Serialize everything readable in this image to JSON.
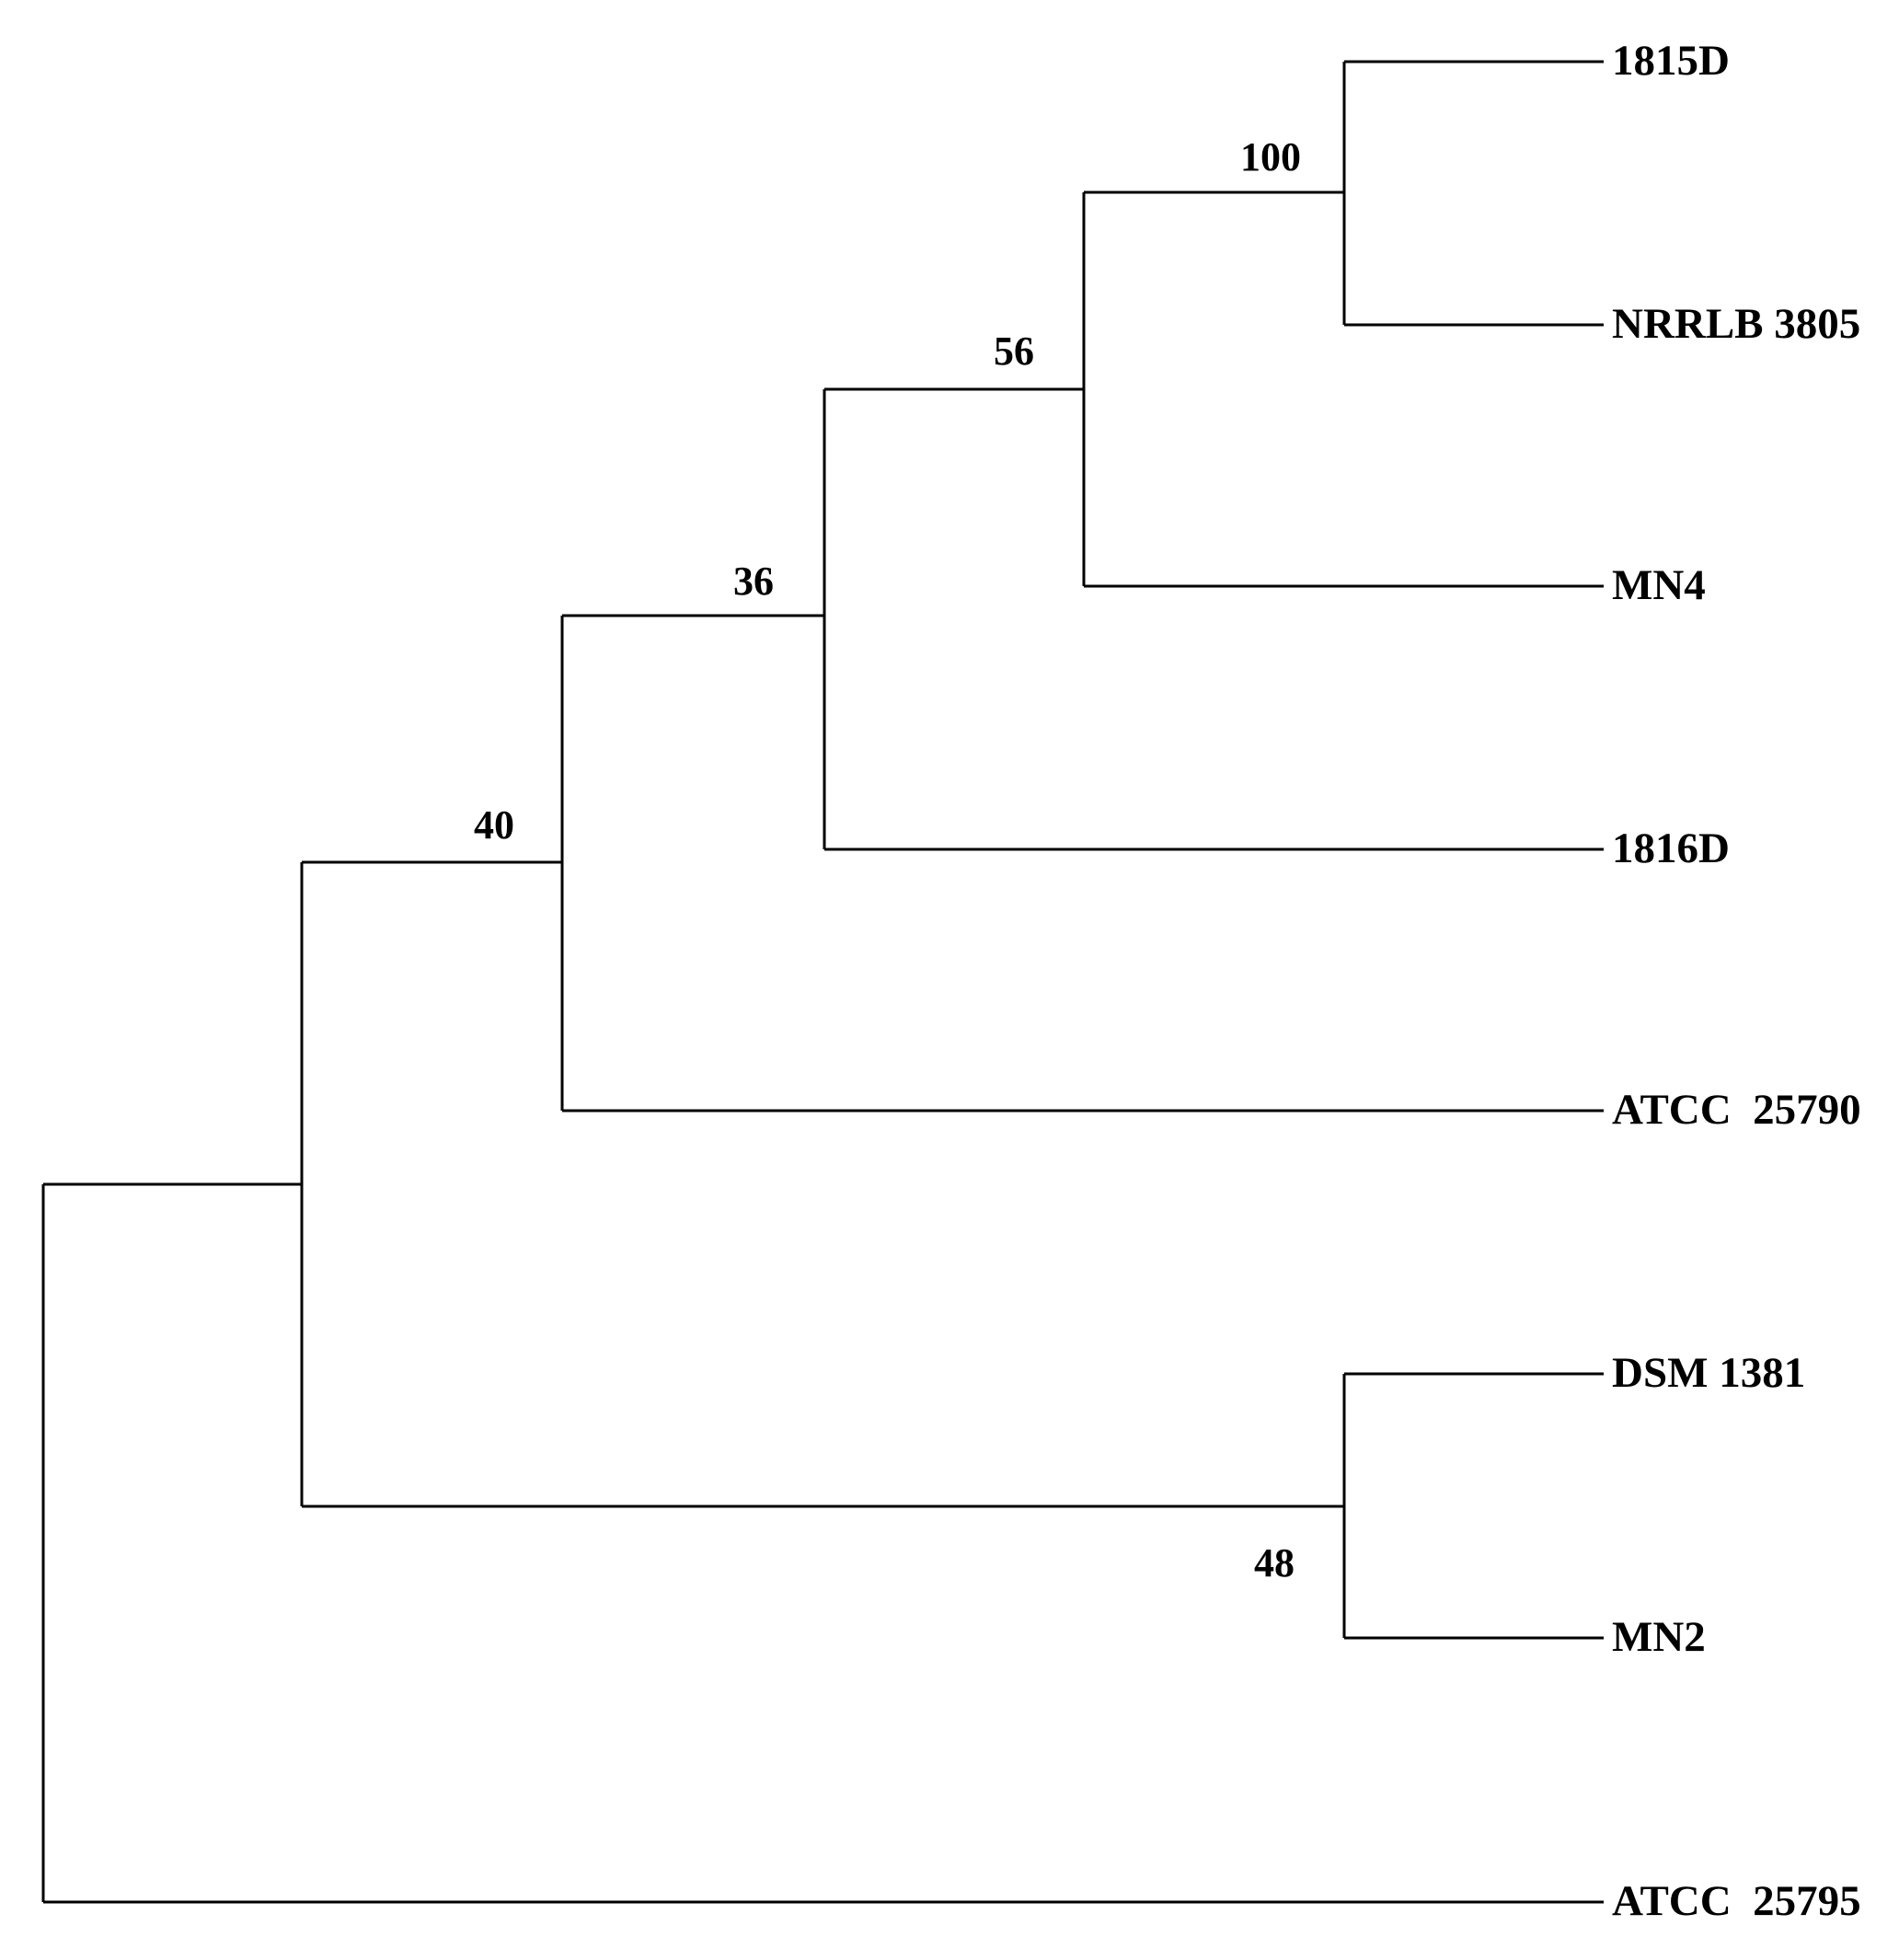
{
  "tree": {
    "taxa": [
      {
        "id": "t1",
        "label": "1815D"
      },
      {
        "id": "t2",
        "label": "NRRLB 3805"
      },
      {
        "id": "t3",
        "label": "MN4"
      },
      {
        "id": "t4",
        "label": "1816D"
      },
      {
        "id": "t5",
        "label": "ATCC  25790"
      },
      {
        "id": "t6",
        "label": "DSM 1381"
      },
      {
        "id": "t7",
        "label": "MN2"
      },
      {
        "id": "t8",
        "label": "ATCC  25795"
      }
    ],
    "support_values": {
      "n_1815D_NRRLB": "100",
      "n_plus_MN4": "56",
      "n_plus_1816D": "36",
      "n_plus_ATCC25790": "40",
      "n_DSM_MN2": "48"
    },
    "newick": "(((((((1815D,NRRLB 3805)100,MN4)56,1816D)36,ATCC 25790)40,(DSM 1381,MN2)48)),ATCC 25795);"
  }
}
